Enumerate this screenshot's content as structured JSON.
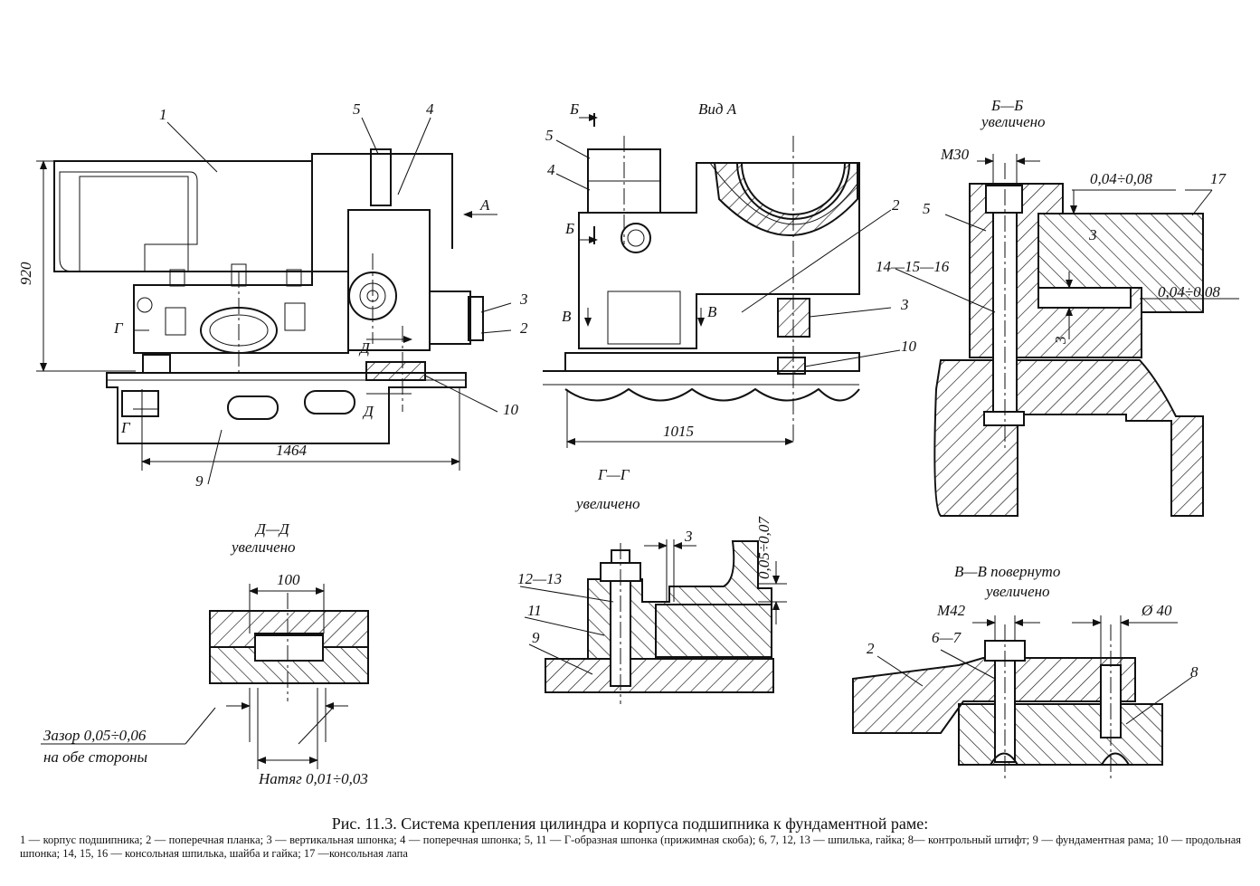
{
  "figure": {
    "caption_title": "Рис. 11.3. Система крепления цилиндра и корпуса подшипника к фундаментной раме:",
    "caption_body": "1 — корпус подшипника; 2 — поперечная планка; 3 — вертикальная шпонка; 4 — поперечная шпонка; 5, 11 — Г-образная шпонка (прижимная скоба); 6, 7, 12, 13 — шпилька, гайка; 8— контрольный штифт; 9 — фундаментная рама; 10 — продольная шпонка; 14, 15, 16 — консольная шпилька, шайба и гайка; 17 —консольная лапа"
  },
  "views": {
    "main": {
      "labels": {
        "p1": "1",
        "p5": "5",
        "p4": "4",
        "pA": "А",
        "p3": "3",
        "p2": "2",
        "pG1": "Г",
        "pG2": "Г",
        "pD1": "Д",
        "pD2": "Д",
        "p10": "10",
        "p9": "9"
      },
      "dim_height": "920",
      "dim_width": "1464"
    },
    "vid_a": {
      "title": "Вид А",
      "labels": {
        "pB1": "Б",
        "pB2": "Б",
        "p5": "5",
        "p4": "4",
        "p2": "2",
        "p3": "3",
        "p10": "10",
        "pV1": "В",
        "pV2": "В"
      },
      "dim_width": "1015"
    },
    "bb": {
      "title": "Б—Б",
      "subtitle": "увеличено",
      "m30": "М30",
      "tol1": "0,04÷0,08",
      "tol2": "0,04÷0,08",
      "p17": "17",
      "p5": "5",
      "p141516": "14—15—16",
      "gap1": "3",
      "gap2": "3"
    },
    "dd": {
      "title": "Д—Д",
      "subtitle": "увеличено",
      "dim": "100",
      "gap_note_1": "Зазор 0,05÷0,06",
      "gap_note_2": "на обе стороны",
      "interference": "Натяг 0,01÷0,03"
    },
    "gg": {
      "title": "Г—Г",
      "subtitle": "увеличено",
      "dim3": "3",
      "tol": "0,05÷0,07",
      "p1213": "12—13",
      "p11": "11",
      "p9": "9"
    },
    "vv": {
      "title": "В—В повернуто",
      "subtitle": "увеличено",
      "m42": "М42",
      "d40": "Ø 40",
      "p2": "2",
      "p67": "6—7",
      "p8": "8"
    }
  }
}
